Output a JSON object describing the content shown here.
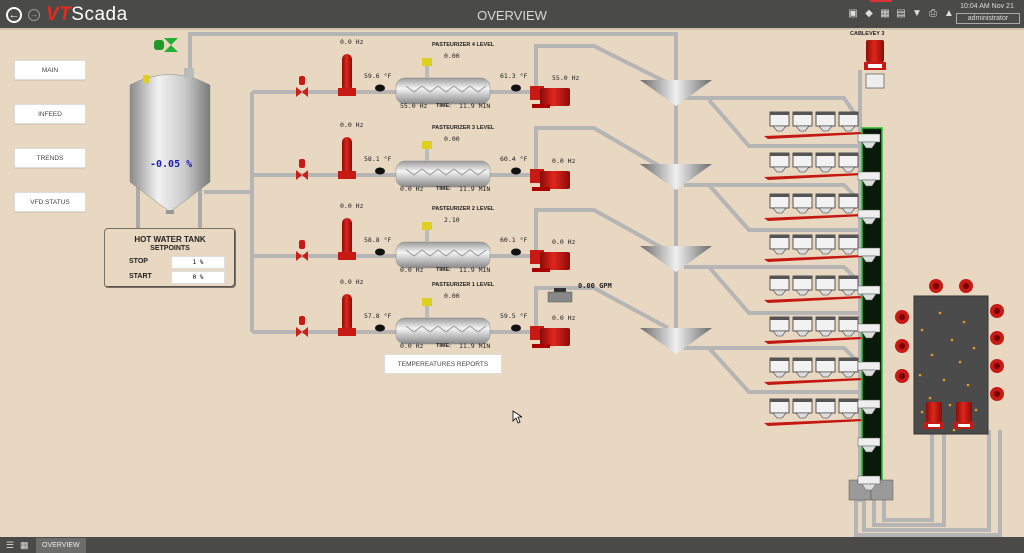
{
  "app": {
    "logo_prefix": "VT",
    "logo_suffix": "Scada",
    "title": "OVERVIEW",
    "clock": "10:04 AM  Nov 21",
    "user": "administrator",
    "toolbar_icons": [
      "display-icon",
      "tag-icon",
      "alarm-page-icon",
      "report-icon",
      "filter-icon",
      "print-icon",
      "bell-icon"
    ]
  },
  "nav_buttons": [
    {
      "label": "MAIN"
    },
    {
      "label": "INFEED"
    },
    {
      "label": "TRENDS"
    },
    {
      "label": "VFD STATUS"
    }
  ],
  "hot_water_tank": {
    "level": "-0.05 %",
    "title": "HOT WATER TANK",
    "subtitle": "SETPOINTS",
    "stop_label": "STOP",
    "stop_value": "1 %",
    "start_label": "START",
    "start_value": "0 %"
  },
  "pasteurizers": [
    {
      "name": "PASTEURIZER 4 LEVEL",
      "level": "0.00",
      "pump_in_hz": "0.0 Hz",
      "temp_in": "59.6 °F",
      "drive_hz": "55.0 Hz",
      "time_label": "TIME:",
      "time": "11.9 MIN",
      "temp_out": "61.3 °F",
      "pump_out_hz": "55.0 Hz"
    },
    {
      "name": "PASTEURIZER 3 LEVEL",
      "level": "0.00",
      "pump_in_hz": "0.0 Hz",
      "temp_in": "58.1 °F",
      "drive_hz": "0.0 Hz",
      "time_label": "TIME:",
      "time": "11.9 MIN",
      "temp_out": "60.4 °F",
      "pump_out_hz": "0.0 Hz"
    },
    {
      "name": "PASTEURIZER 2 LEVEL",
      "level": "2.10",
      "pump_in_hz": "0.0 Hz",
      "temp_in": "58.8 °F",
      "drive_hz": "0.0 Hz",
      "time_label": "TIME:",
      "time": "11.9 MIN",
      "temp_out": "60.1 °F",
      "pump_out_hz": "0.0 Hz"
    },
    {
      "name": "PASTEURIZER 1 LEVEL",
      "level": "0.00",
      "pump_in_hz": "0.0 Hz",
      "temp_in": "57.8 °F",
      "drive_hz": "0.0 Hz",
      "time_label": "TIME:",
      "time": "11.9 MIN",
      "temp_out": "59.5 °F",
      "pump_out_hz": "0.0 Hz"
    }
  ],
  "flow_meter": {
    "value": "0.00 GPM"
  },
  "temperatures_report_label": "TEMPEREATURES REPORTS",
  "cablevey_label": "CABLEVEY 3",
  "bottom": {
    "tab_label": "OVERVIEW"
  },
  "colors": {
    "accent_red": "#cc1a14",
    "valve_green": "#1f9a2a",
    "tank_value_blue": "#1a1ab8",
    "background": "#e8d8c2"
  }
}
